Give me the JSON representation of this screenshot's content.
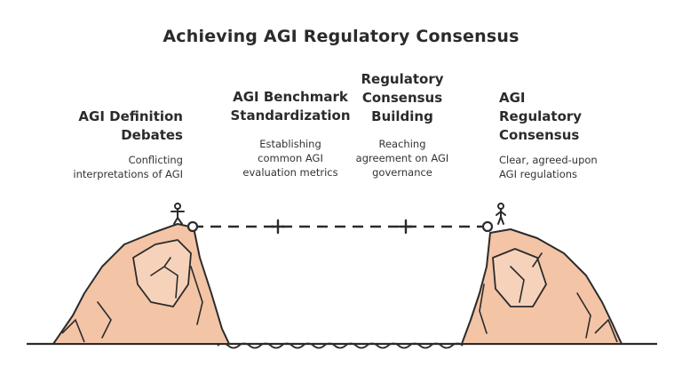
{
  "diagram": {
    "title": "Achieving AGI Regulatory Consensus",
    "stages": [
      {
        "title": "AGI Definition\nDebates",
        "description": "Conflicting\ninterpretations of AGI"
      },
      {
        "title": "AGI Benchmark\nStandardization",
        "description": "Establishing\ncommon AGI\nevaluation metrics"
      },
      {
        "title": "Regulatory\nConsensus\nBuilding",
        "description": "Reaching\nagreement on AGI\ngovernance"
      },
      {
        "title": "AGI\nRegulatory\nConsensus",
        "description": "Clear, agreed-upon\nAGI regulations"
      }
    ],
    "colors": {
      "rock_fill": "#f3c4a6",
      "line": "#2b2b2b"
    },
    "icons": [
      "person-start-icon",
      "person-goal-icon"
    ]
  }
}
